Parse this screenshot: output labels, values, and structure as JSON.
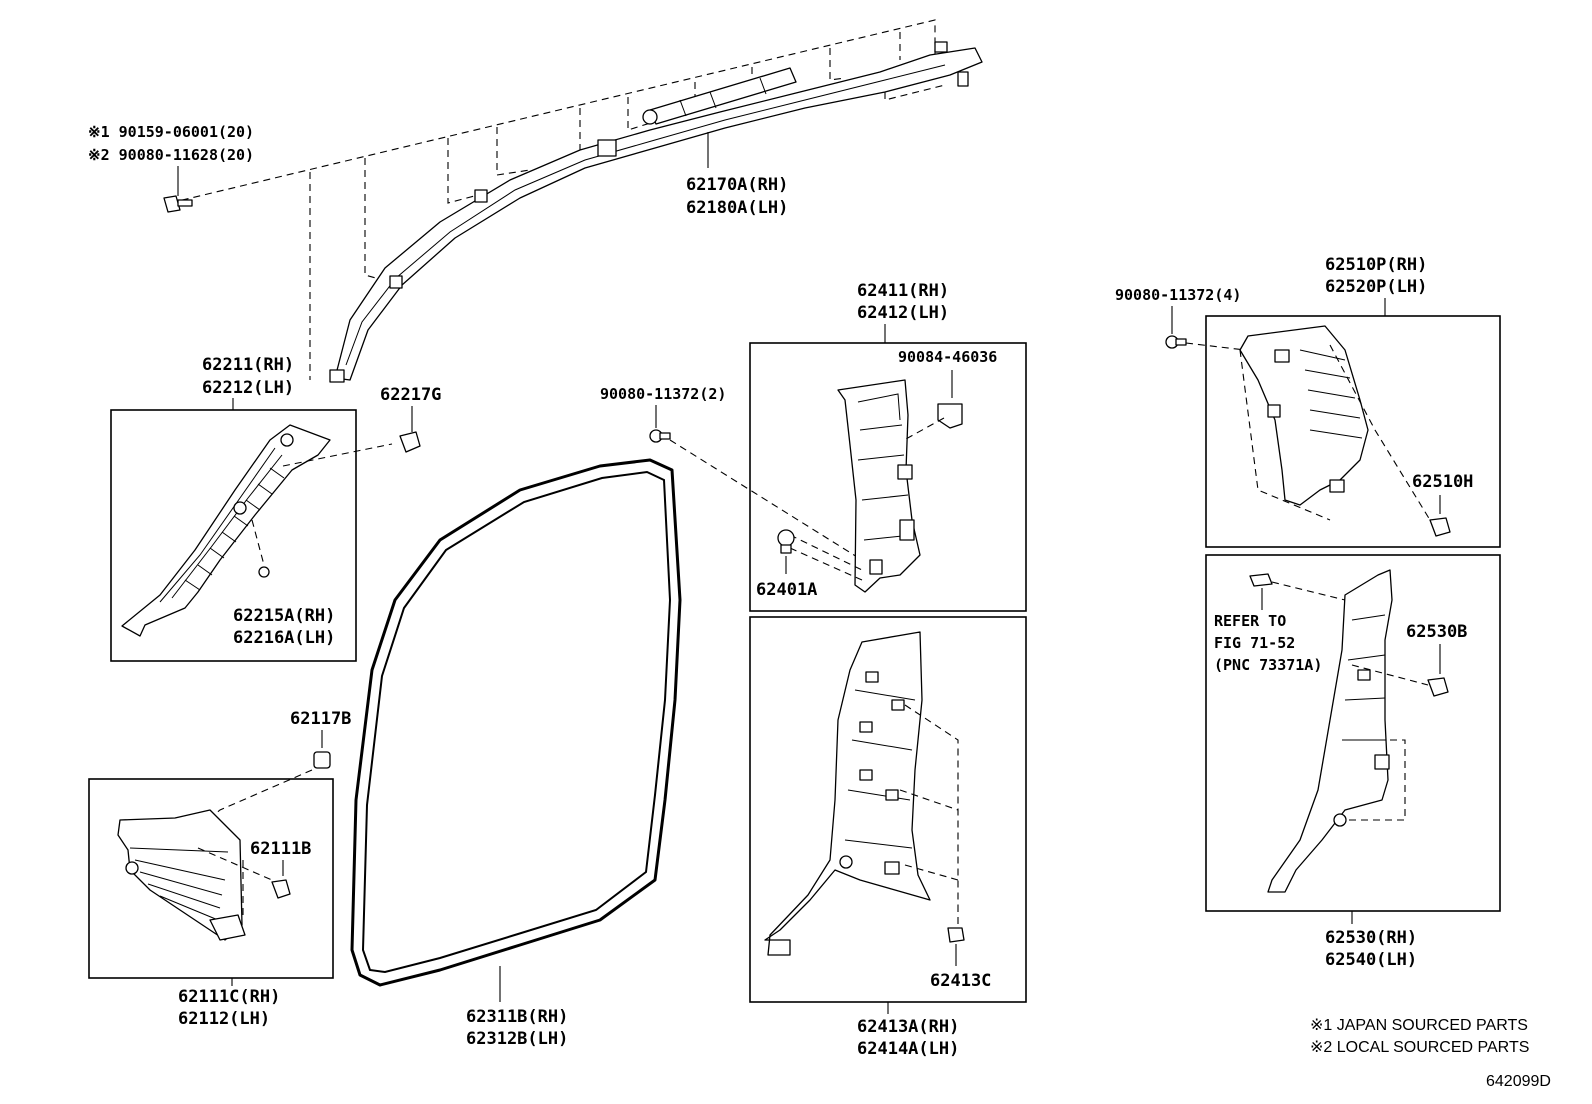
{
  "labels": {
    "bolt_japan": "※1 90159-06001(20)",
    "bolt_local": "※2 90080-11628(20)",
    "airbag_rh": "62170A(RH)",
    "airbag_lh": "62180A(LH)",
    "a_pillar_rh": "62211(RH)",
    "a_pillar_lh": "62212(LH)",
    "clip_62217g": "62217G",
    "clip_62215a_rh": "62215A(RH)",
    "clip_62216a_lh": "62216A(LH)",
    "clip_62117b": "62117B",
    "clip_62111b": "62111B",
    "cowl_rh": "62111C(RH)",
    "cowl_lh": "62112(LH)",
    "screw_b_pillar": "90080-11372(2)",
    "weatherstrip_rh": "62311B(RH)",
    "weatherstrip_lh": "62312B(LH)",
    "b_upper_rh": "62411(RH)",
    "b_upper_lh": "62412(LH)",
    "clip_90084": "90084-46036",
    "clip_62401a": "62401A",
    "b_lower_rh": "62413A(RH)",
    "b_lower_lh": "62414A(LH)",
    "clip_62413c": "62413C",
    "screw_c_pillar": "90080-11372(4)",
    "c_upper_rh": "62510P(RH)",
    "c_upper_lh": "62520P(LH)",
    "clip_62510h": "62510H",
    "refer_line1": "REFER TO",
    "refer_line2": "FIG 71-52",
    "refer_line3": "(PNC 73371A)",
    "clip_62530b": "62530B",
    "c_lower_rh": "62530(RH)",
    "c_lower_lh": "62540(LH)"
  },
  "notes": {
    "japan": "※1 JAPAN SOURCED PARTS",
    "local": "※2 LOCAL SOURCED PARTS"
  },
  "figure_id": "642099D"
}
